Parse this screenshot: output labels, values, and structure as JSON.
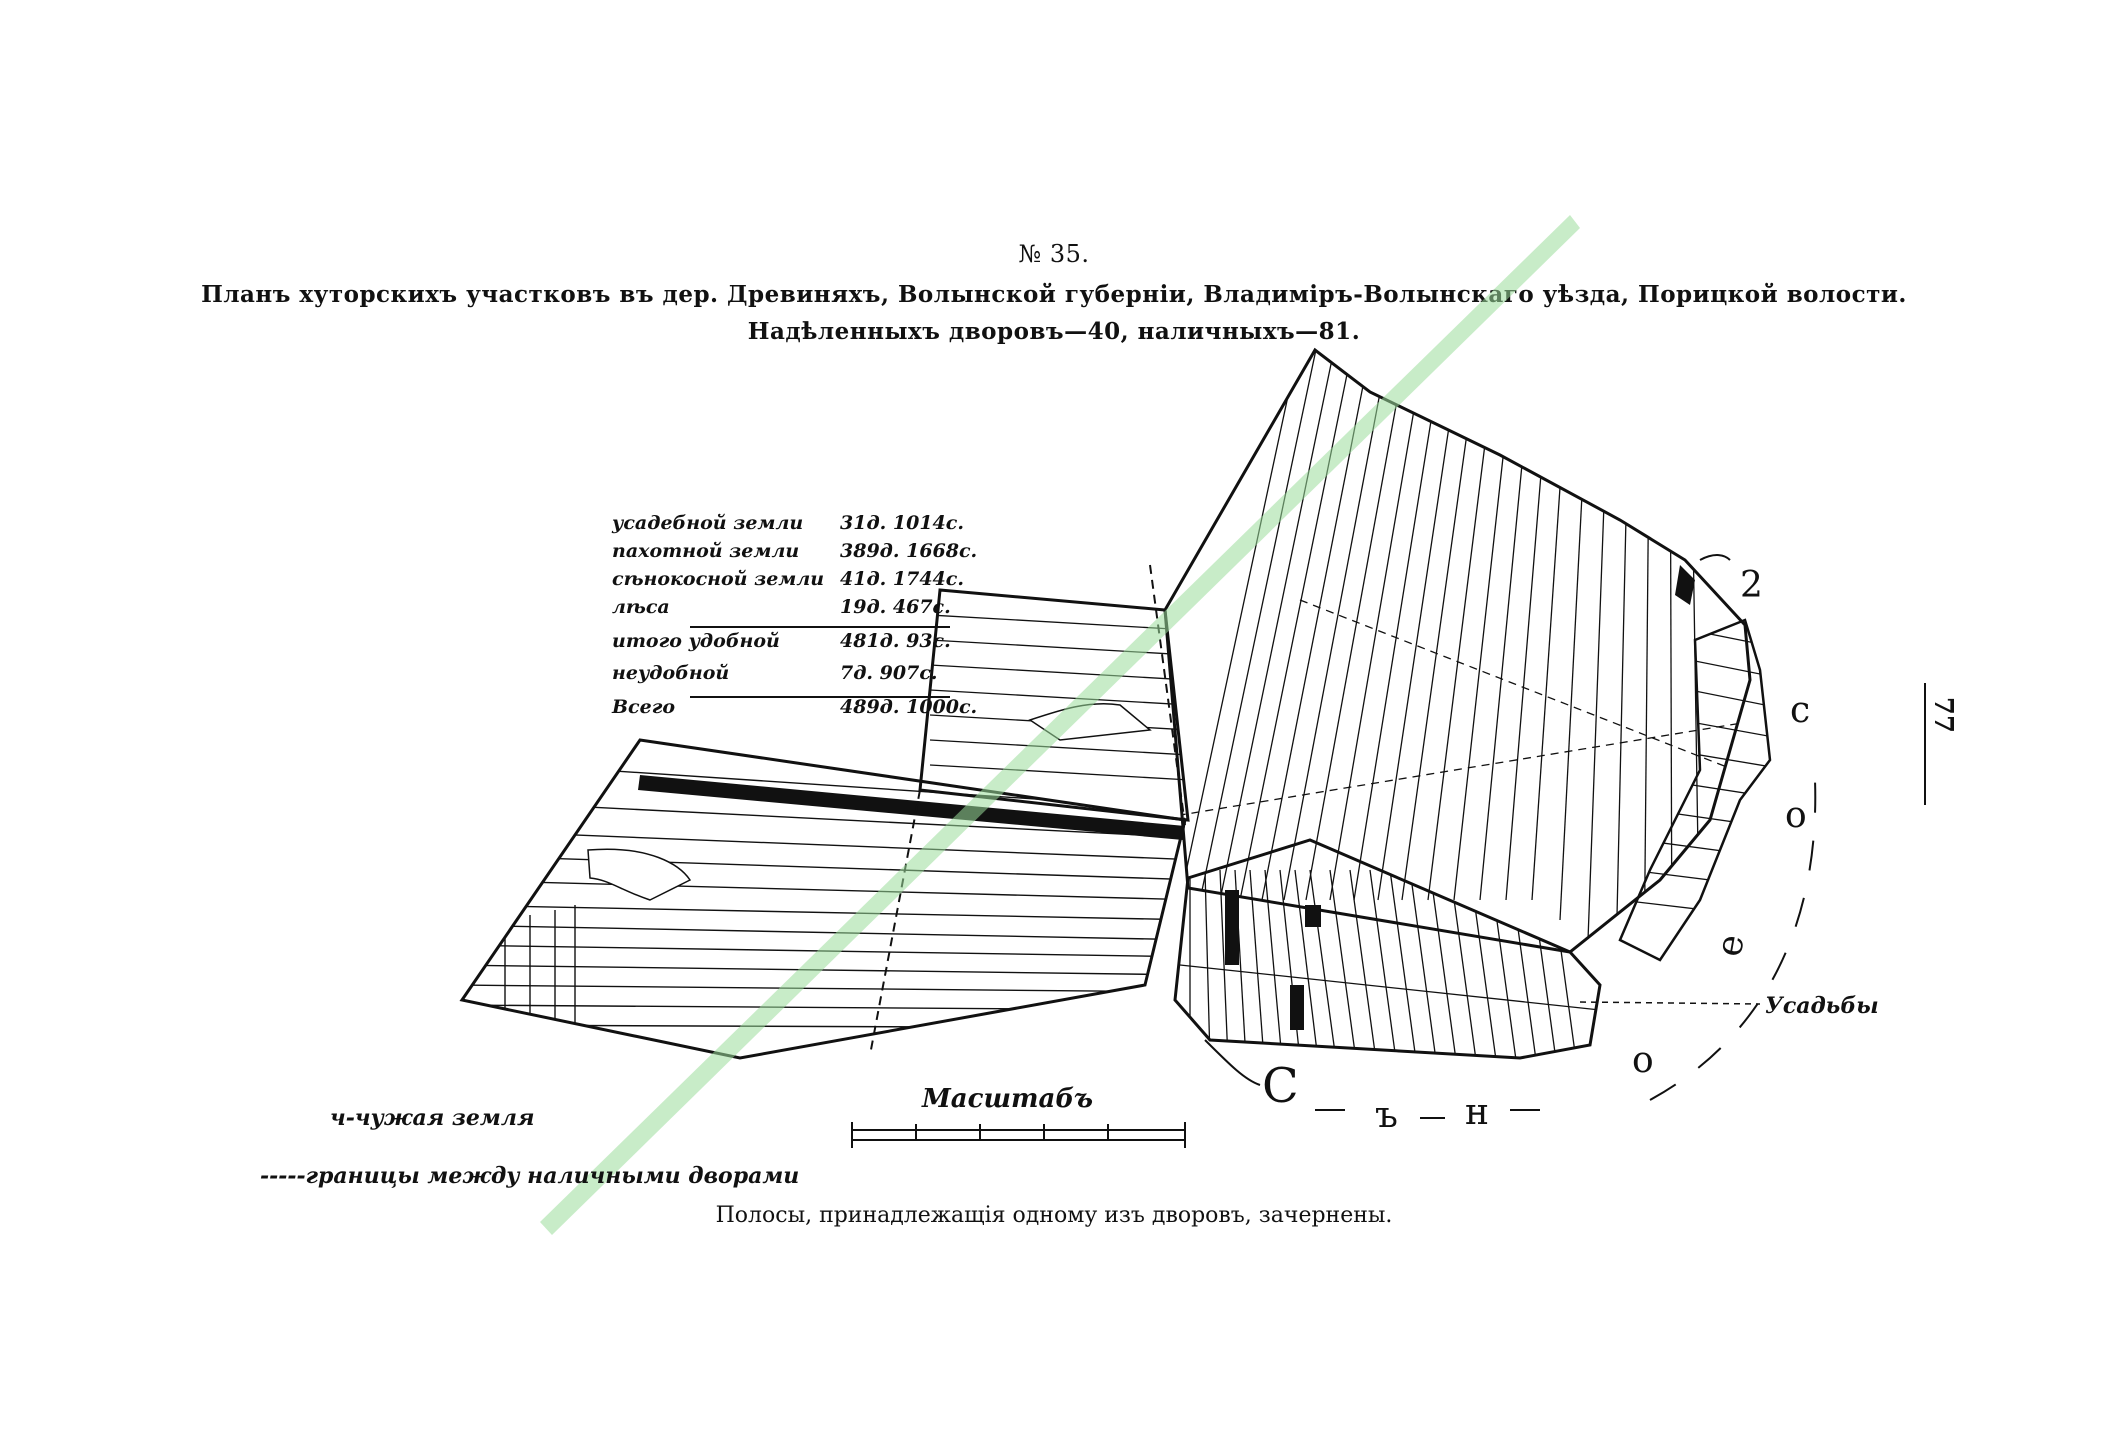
{
  "header": {
    "number": "№ 35.",
    "title": "Планъ хуторскихъ участковъ въ дер. Древиняхъ, Волынской губерніи, Владиміръ-Волынскаго уѣзда, Порицкой волости.",
    "subtitle": "Надѣленныхъ дворовъ—40, наличныхъ—81."
  },
  "stats": [
    {
      "label": "усадебной земли",
      "value": "31д. 1014с."
    },
    {
      "label": "пахотной земли",
      "value": "389д. 1668с."
    },
    {
      "label": "сѣнокосной земли",
      "value": "41д. 1744с."
    },
    {
      "label": "лѣса",
      "value": "19д. 467с."
    },
    {
      "label": "итого удобной",
      "value": "481д. 93с."
    },
    {
      "label": "неудобной",
      "value": "7д. 907с."
    },
    {
      "label": "Всего",
      "value": "489д. 1000с."
    }
  ],
  "legend": {
    "foreign_land": "ч-чужая земля",
    "boundary": "-----границы между наличными дворами"
  },
  "scale": {
    "label": "Масштабъ"
  },
  "labels": {
    "usadby": "Усадьбы",
    "page_number": "77",
    "river_letters": [
      "С",
      "ъ",
      "н",
      "о",
      "e",
      "о",
      "с",
      "2"
    ]
  },
  "caption": "Полосы, принадлежащія одному изъ дворовъ, зачернены.",
  "colors": {
    "ink": "#111111",
    "watermark": "#9bdc9b"
  }
}
